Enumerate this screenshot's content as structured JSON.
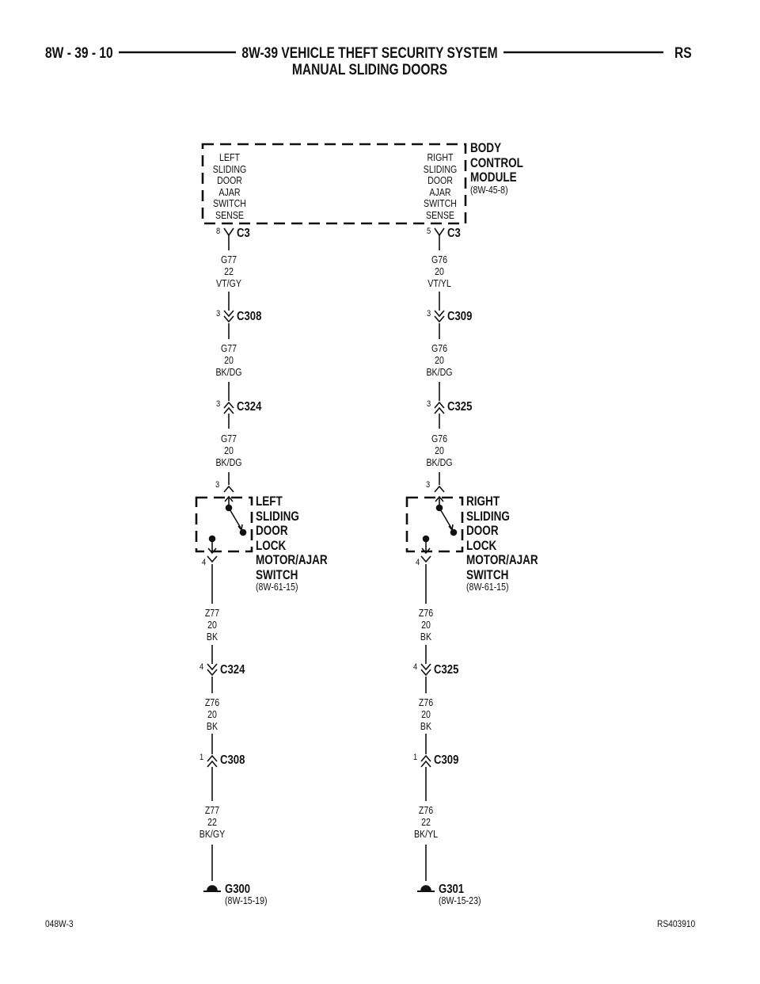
{
  "header": {
    "page": "8W - 39 - 10",
    "title": "8W-39 VEHICLE THEFT SECURITY SYSTEM",
    "subtitle": "MANUAL SLIDING DOORS",
    "code": "RS"
  },
  "module": {
    "name_lines": [
      "BODY",
      "CONTROL",
      "MODULE"
    ],
    "ref": "(8W-45-8)",
    "left_label": [
      "LEFT",
      "SLIDING",
      "DOOR",
      "AJAR",
      "SWITCH",
      "SENSE"
    ],
    "right_label": [
      "RIGHT",
      "SLIDING",
      "DOOR",
      "AJAR",
      "SWITCH",
      "SENSE"
    ]
  },
  "columns": [
    {
      "top_pin": "8",
      "top_conn": "C3",
      "wires": [
        [
          "G77",
          "22",
          "VT/GY"
        ],
        [
          "G77",
          "20",
          "BK/DG"
        ],
        [
          "G77",
          "20",
          "BK/DG"
        ],
        [
          "Z77",
          "20",
          "BK"
        ],
        [
          "Z76",
          "20",
          "BK"
        ],
        [
          "Z77",
          "22",
          "BK/GY"
        ]
      ],
      "connectors": [
        {
          "pin": "3",
          "name": "C308"
        },
        {
          "pin": "3",
          "name": "C324"
        },
        {
          "pin": "4",
          "name": "C324"
        },
        {
          "pin": "1",
          "name": "C308"
        }
      ],
      "switch": {
        "pin_in": "3",
        "pin_out": "4",
        "name_lines": [
          "LEFT",
          "SLIDING",
          "DOOR",
          "LOCK",
          "MOTOR/AJAR",
          "SWITCH"
        ],
        "ref": "(8W-61-15)"
      },
      "ground": {
        "name": "G300",
        "ref": "(8W-15-19)"
      }
    },
    {
      "top_pin": "5",
      "top_conn": "C3",
      "wires": [
        [
          "G76",
          "20",
          "VT/YL"
        ],
        [
          "G76",
          "20",
          "BK/DG"
        ],
        [
          "G76",
          "20",
          "BK/DG"
        ],
        [
          "Z76",
          "20",
          "BK"
        ],
        [
          "Z76",
          "20",
          "BK"
        ],
        [
          "Z76",
          "22",
          "BK/YL"
        ]
      ],
      "connectors": [
        {
          "pin": "3",
          "name": "C309"
        },
        {
          "pin": "3",
          "name": "C325"
        },
        {
          "pin": "4",
          "name": "C325"
        },
        {
          "pin": "1",
          "name": "C309"
        }
      ],
      "switch": {
        "pin_in": "3",
        "pin_out": "4",
        "name_lines": [
          "RIGHT",
          "SLIDING",
          "DOOR",
          "LOCK",
          "MOTOR/AJAR",
          "SWITCH"
        ],
        "ref": "(8W-61-15)"
      },
      "ground": {
        "name": "G301",
        "ref": "(8W-15-23)"
      }
    }
  ],
  "footer": {
    "left": "048W-3",
    "right": "RS403910"
  }
}
